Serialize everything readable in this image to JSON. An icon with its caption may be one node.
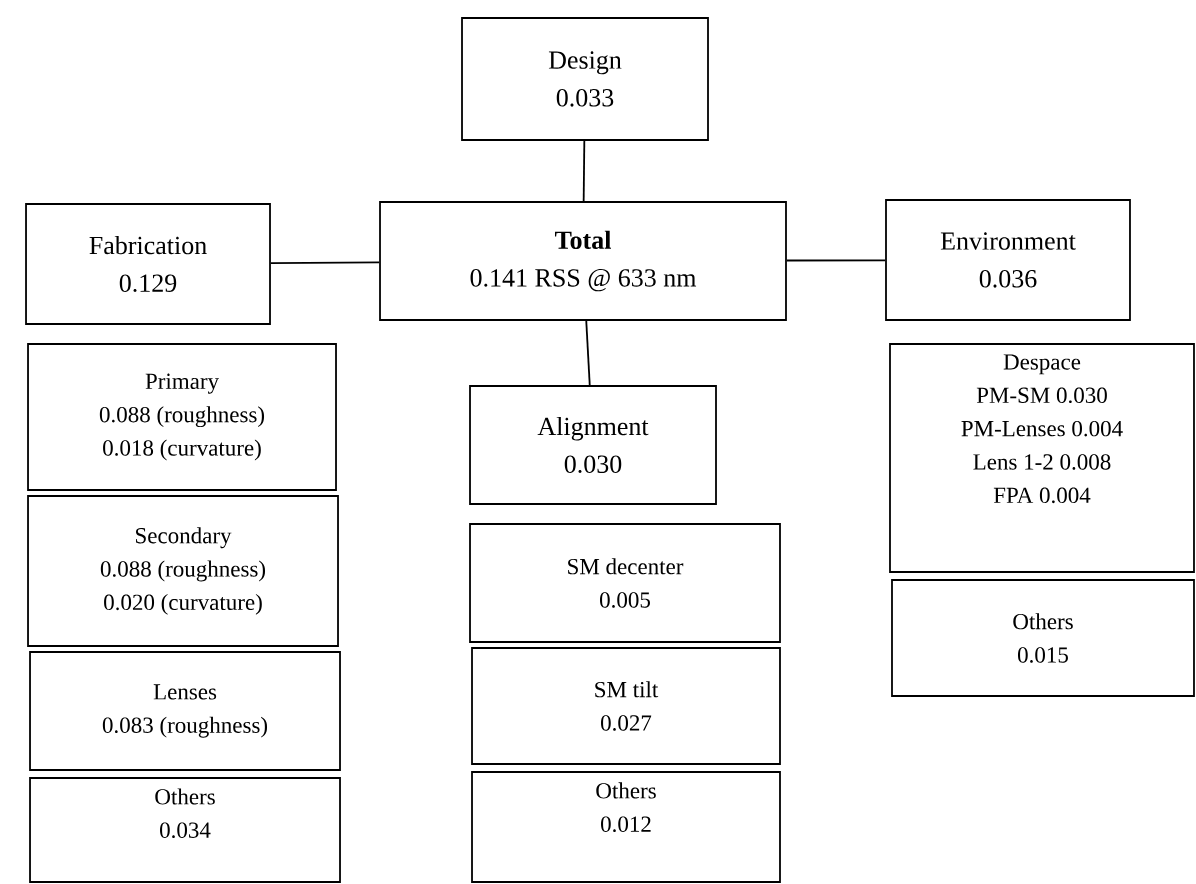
{
  "diagram": {
    "nodes": [
      {
        "text": [
          "Design",
          "0.033"
        ]
      },
      {
        "text": [
          "Fabrication",
          "0.129"
        ]
      },
      {
        "text": [
          "**Total**",
          "0.141 RSS @ 633 nm"
        ]
      },
      {
        "text": [
          "Environment",
          "0.036"
        ]
      },
      {
        "text": [
          "Primary",
          "0.088 (roughness)",
          "0.018 (curvature)"
        ]
      },
      {
        "text": [
          "Alignment",
          "0.030"
        ]
      },
      {
        "text": [
          "Despace",
          "PM-SM 0.030",
          "PM-Lenses 0.004",
          "Lens 1-2 0.008",
          "FPA 0.004"
        ]
      },
      {
        "text": [
          "Secondary",
          "0.088 (roughness)",
          "0.020 (curvature)"
        ]
      },
      {
        "text": [
          "SM decenter",
          "0.005"
        ]
      },
      {
        "text": [
          "Others",
          "0.015"
        ]
      },
      {
        "text": [
          "Lenses",
          "0.083 (roughness)"
        ]
      },
      {
        "text": [
          "SM tilt",
          "0.027"
        ]
      },
      {
        "text": [
          "Others",
          "0.034"
        ]
      },
      {
        "text": [
          "Others",
          "0.012"
        ]
      }
    ],
    "edges": [
      {
        "from": 0,
        "to": 2,
        "arrow": "none"
      },
      {
        "from": 1,
        "to": 2,
        "arrow": "none"
      },
      {
        "from": 2,
        "to": 3,
        "arrow": "none"
      },
      {
        "from": 2,
        "to": 5,
        "arrow": "none"
      }
    ]
  }
}
